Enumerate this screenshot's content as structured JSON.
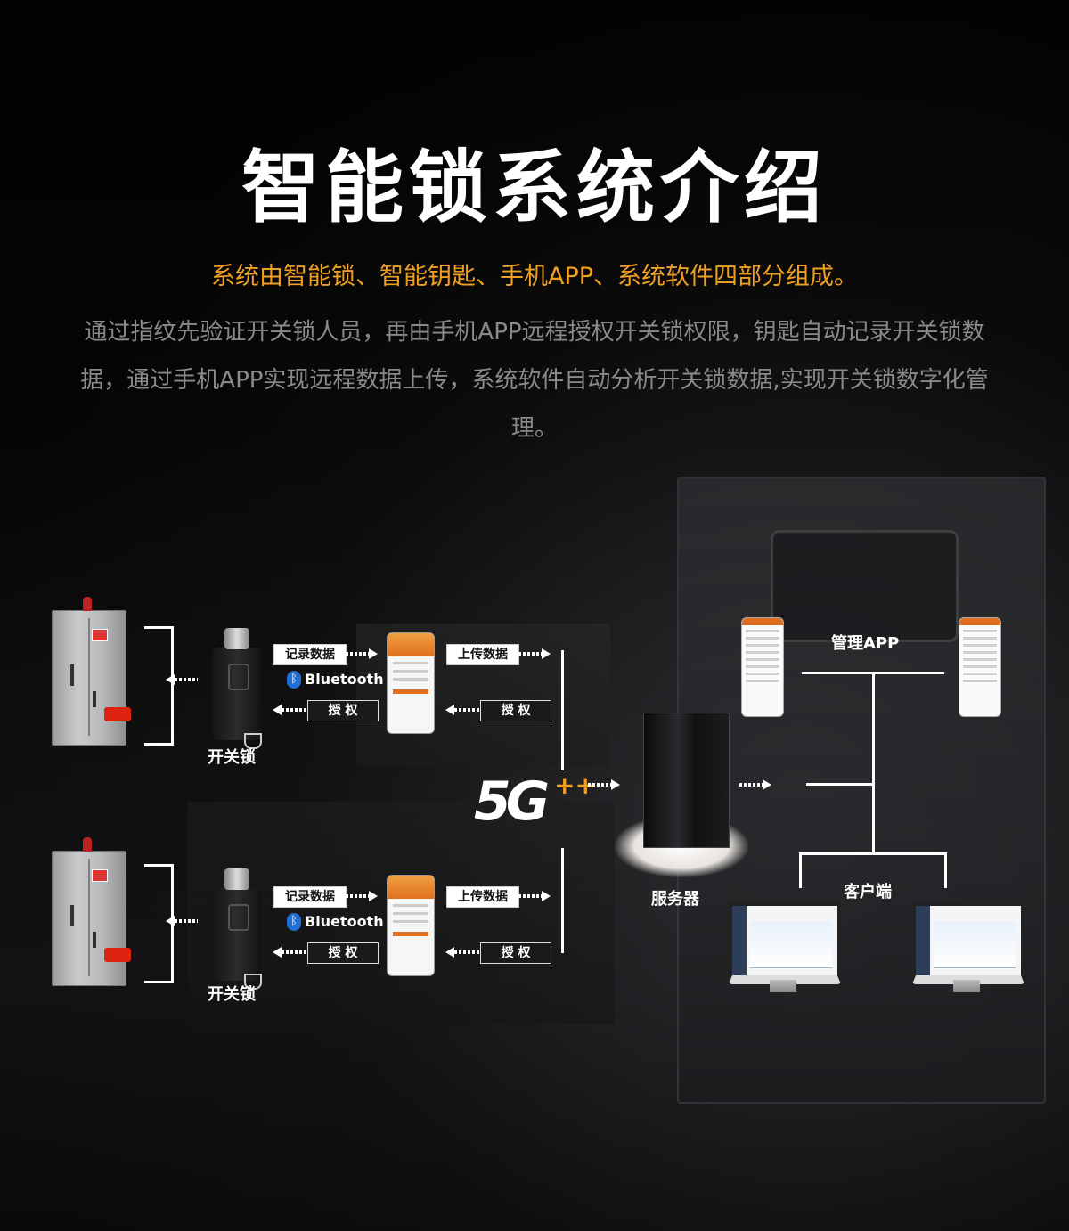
{
  "title": "智能锁系统介绍",
  "subtitle": "系统由智能锁、智能钥匙、手机APP、系统软件四部分组成。",
  "description": "通过指纹先验证开关锁人员，再由手机APP远程授权开关锁权限，钥匙自动记录开关锁数据，通过手机APP实现远程数据上传，系统软件自动分析开关锁数据,实现开关锁数字化管理。",
  "diagram": {
    "row1": {
      "lock_label": "开关锁",
      "record_label": "记录数据",
      "bluetooth_label": "Bluetooth",
      "authorize_label_key": "授 权",
      "upload_label": "上传数据",
      "authorize_label_phone": "授 权"
    },
    "row2": {
      "lock_label": "开关锁",
      "record_label": "记录数据",
      "bluetooth_label": "Bluetooth",
      "authorize_label_key": "授 权",
      "upload_label": "上传数据",
      "authorize_label_phone": "授 权"
    },
    "network_label": "5G",
    "network_plus": "++",
    "server_label": "服务器",
    "management_app_label": "管理APP",
    "client_label": "客户端"
  },
  "colors": {
    "accent": "#f0a020",
    "description_text": "#8a8a8a",
    "background": "#000000"
  }
}
